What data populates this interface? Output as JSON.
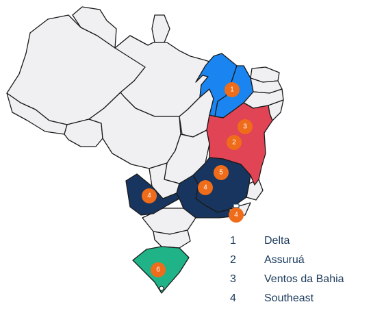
{
  "map": {
    "colors": {
      "base": "#f0f0f2",
      "highlight_blue": "#1a85f0",
      "highlight_red": "#e04455",
      "highlight_navy": "#17355e",
      "highlight_green": "#1fb387",
      "marker": "#ef6c1a",
      "legend_text": "#1b3a5c"
    },
    "markers": [
      {
        "label": "1"
      },
      {
        "label": "3"
      },
      {
        "label": "2"
      },
      {
        "label": "5"
      },
      {
        "label": "4"
      },
      {
        "label": "4"
      },
      {
        "label": "4"
      },
      {
        "label": "6"
      }
    ]
  },
  "legend": [
    {
      "number": "1",
      "name": "Delta"
    },
    {
      "number": "2",
      "name": "Assuruá"
    },
    {
      "number": "3",
      "name": "Ventos da Bahia"
    },
    {
      "number": "4",
      "name": "Southeast"
    }
  ]
}
